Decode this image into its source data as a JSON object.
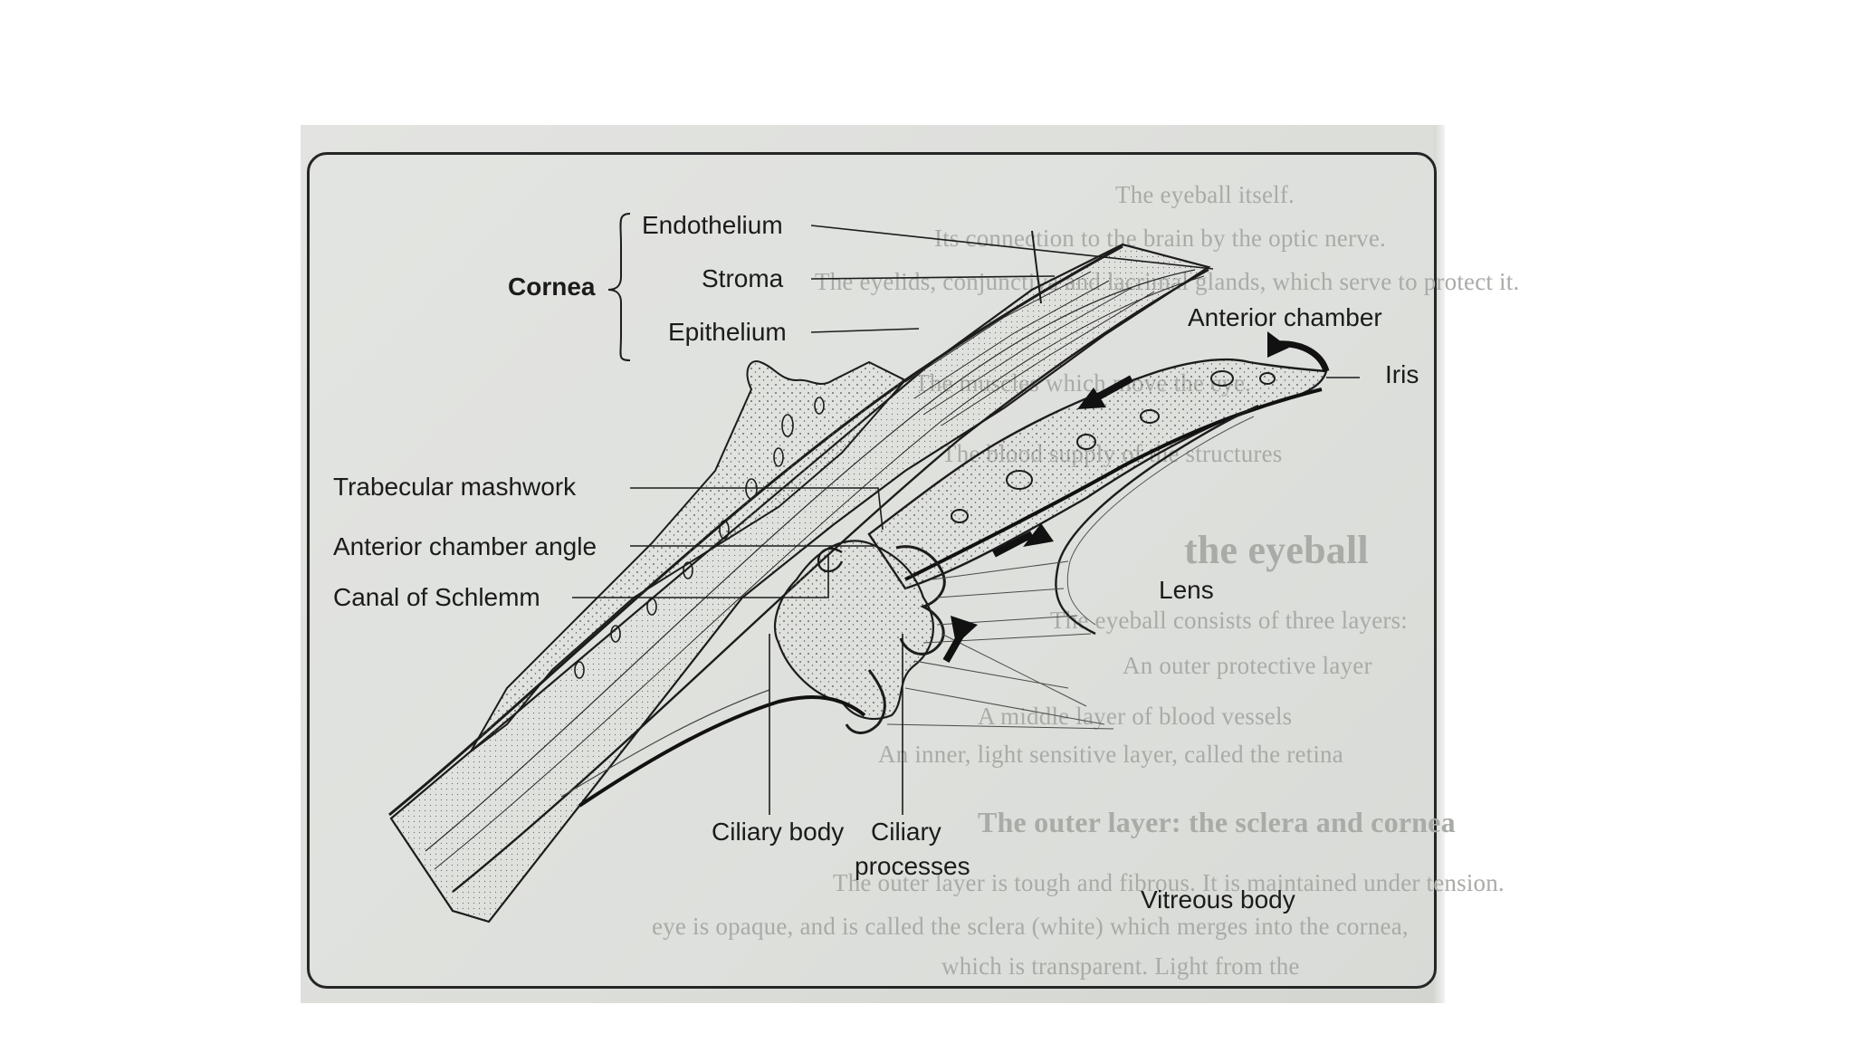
{
  "diagram": {
    "cornea_group": "Cornea",
    "cornea_layers": {
      "endothelium": "Endothelium",
      "stroma": "Stroma",
      "epithelium": "Epithelium"
    },
    "labels": {
      "anterior_chamber": "Anterior chamber",
      "iris": "Iris",
      "trabecular": "Trabecular mashwork",
      "chamber_angle": "Anterior chamber angle",
      "schlemm": "Canal of Schlemm",
      "lens": "Lens",
      "ciliary_body": "Ciliary body",
      "ciliary_processes_1": "Ciliary",
      "ciliary_processes_2": "processes",
      "vitreous": "Vitreous body"
    }
  },
  "bleed_text": {
    "lines": [
      "The eyeball itself.",
      "Its connection to the brain by the optic nerve.",
      "The eyelids, conjunctiva and lacrimal glands, which serve to protect it.",
      "The muscles which move the eye.",
      "The blood supply of the structures",
      "the eyeball",
      "The eyeball consists of three layers:",
      "An outer protective layer",
      "A middle layer of blood vessels",
      "An inner, light sensitive layer, called the retina",
      "The outer layer: the sclera and cornea",
      "The outer layer is tough and fibrous. It is maintained under tension.",
      "eye is opaque, and is called the sclera (white) which merges into the cornea,",
      "which is transparent. Light from the"
    ]
  },
  "colors": {
    "ink": "#1b1b1b",
    "paper": "#e3e4e1",
    "bleed": "#a9aba7",
    "frame": "#262626"
  }
}
